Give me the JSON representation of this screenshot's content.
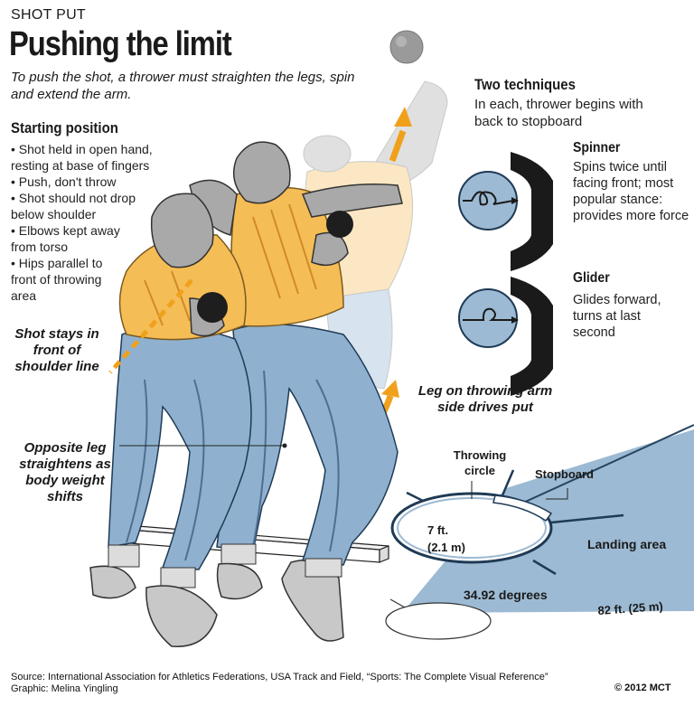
{
  "header": {
    "kicker": "SHOT PUT",
    "title": "Pushing the limit",
    "intro": "To push the shot, a thrower must straighten the legs, spin and extend the arm."
  },
  "starting_position": {
    "heading": "Starting position",
    "bullets": [
      "• Shot held in open hand, resting at base of fingers",
      "• Push, don't throw",
      "• Shot should not drop below shoulder",
      "• Elbows kept away from torso",
      "• Hips parallel to front of throwing area"
    ]
  },
  "callouts": {
    "shoulder_line": "Shot stays in front of shoulder line",
    "opposite_leg": "Opposite leg straightens as body weight shifts",
    "leg_drives": "Leg on throwing arm side drives put"
  },
  "techniques": {
    "heading": "Two techniques",
    "intro": "In each, thrower begins with back to stopboard",
    "spinner": {
      "name": "Spinner",
      "desc": "Spins twice until facing front; most popular stance: provides more force"
    },
    "glider": {
      "name": "Glider",
      "desc": "Glides forward, turns at last second"
    }
  },
  "field": {
    "throwing_circle": "Throwing circle",
    "stopboard": "Stopboard",
    "diameter_ft": "7 ft.",
    "diameter_m": "(2.1 m)",
    "landing_area": "Landing area",
    "angle": "34.92 degrees",
    "distance": "82 ft. (25 m)"
  },
  "footer": {
    "source": "Source: International Association for Athletics Federations, USA Track and Field, “Sports: The Complete Visual Reference”",
    "graphic": "Graphic: Melina Yingling",
    "copyright": "© 2012 MCT"
  },
  "colors": {
    "shirt": "#f5bd55",
    "pants": "#8fb1cf",
    "skin": "#a9a9a9",
    "arrow": "#f0a11c",
    "field": "#9cbad3",
    "outline": "#1f3a55"
  }
}
